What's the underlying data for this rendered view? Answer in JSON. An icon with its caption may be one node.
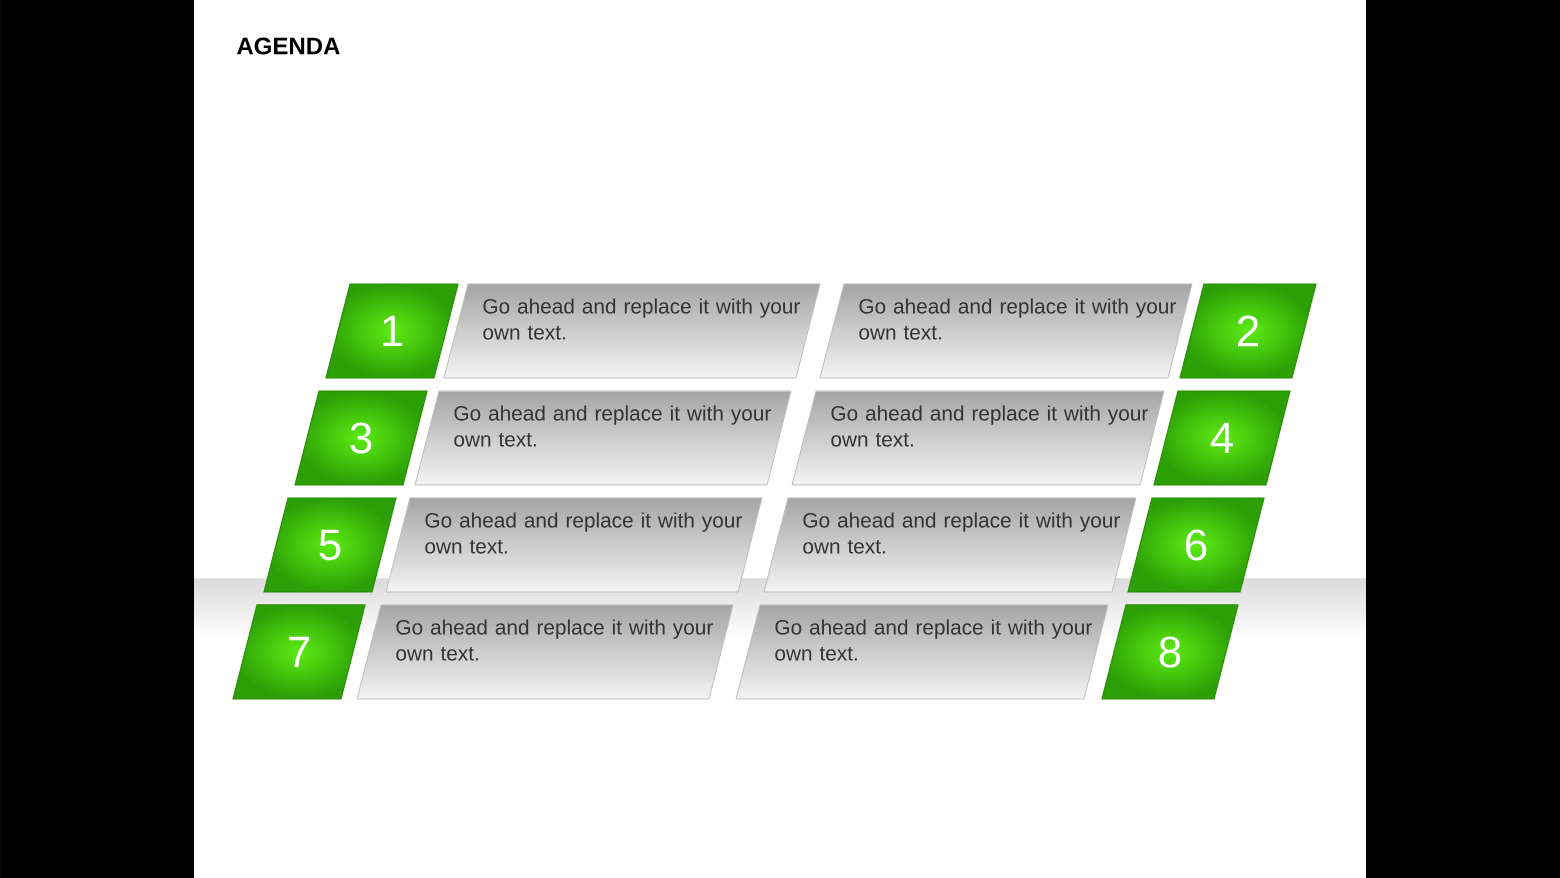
{
  "diagram": {
    "title": "AGENDA",
    "nodes": [
      {
        "text": [
          "1"
        ]
      },
      {
        "text": [
          "Go ahead and replace it with your own text."
        ]
      },
      {
        "text": [
          "Go ahead and replace it with your own text."
        ]
      },
      {
        "text": [
          "2"
        ]
      },
      {
        "text": [
          "3"
        ]
      },
      {
        "text": [
          "Go ahead and replace it with your own text."
        ]
      },
      {
        "text": [
          "Go ahead and replace it with your own text."
        ]
      },
      {
        "text": [
          "4"
        ]
      },
      {
        "text": [
          "5"
        ]
      },
      {
        "text": [
          "Go ahead and replace it with your own text."
        ]
      },
      {
        "text": [
          "Go ahead and replace it with your own text."
        ]
      },
      {
        "text": [
          "6"
        ]
      },
      {
        "text": [
          "7"
        ]
      },
      {
        "text": [
          "Go ahead and replace it with your own text."
        ]
      },
      {
        "text": [
          "Go ahead and replace it with your own text."
        ]
      },
      {
        "text": [
          "8"
        ]
      }
    ]
  }
}
